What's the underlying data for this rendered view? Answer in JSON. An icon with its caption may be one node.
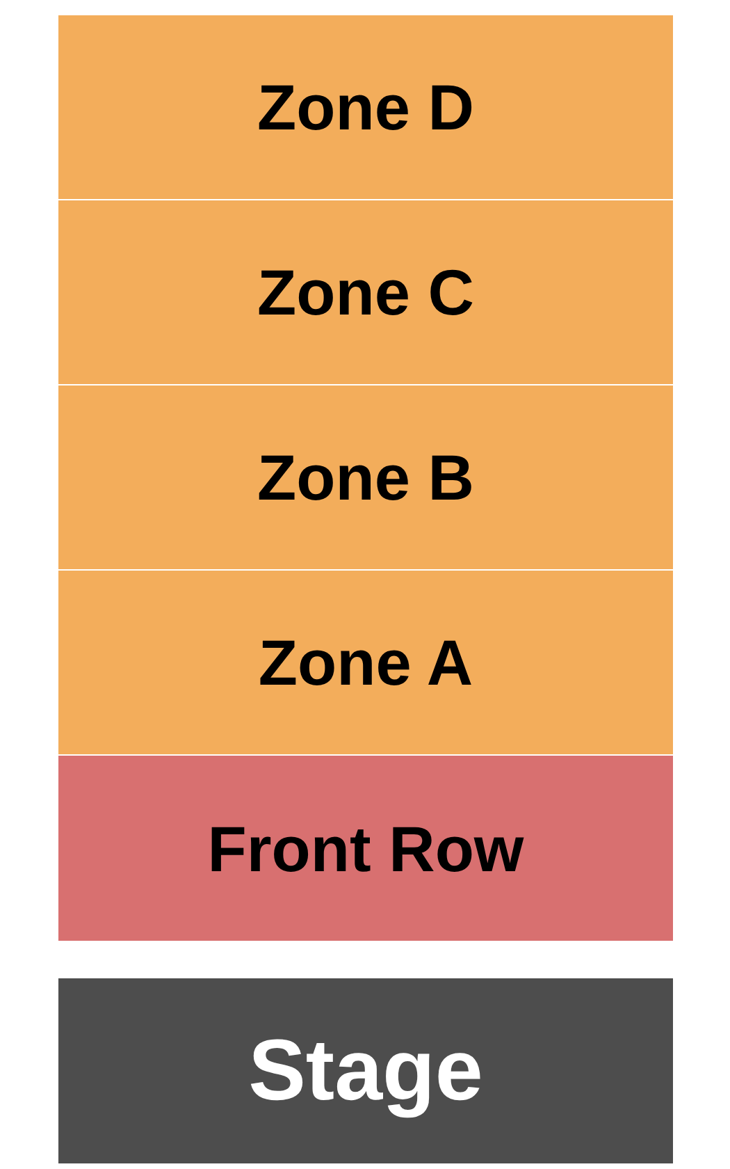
{
  "diagram": {
    "nodes": [
      {
        "text": [
          "Zone D"
        ]
      },
      {
        "text": [
          "Zone C"
        ]
      },
      {
        "text": [
          "Zone B"
        ]
      },
      {
        "text": [
          "Zone A"
        ]
      },
      {
        "text": [
          "Front Row"
        ]
      },
      {
        "text": [
          "Stage"
        ]
      }
    ]
  }
}
